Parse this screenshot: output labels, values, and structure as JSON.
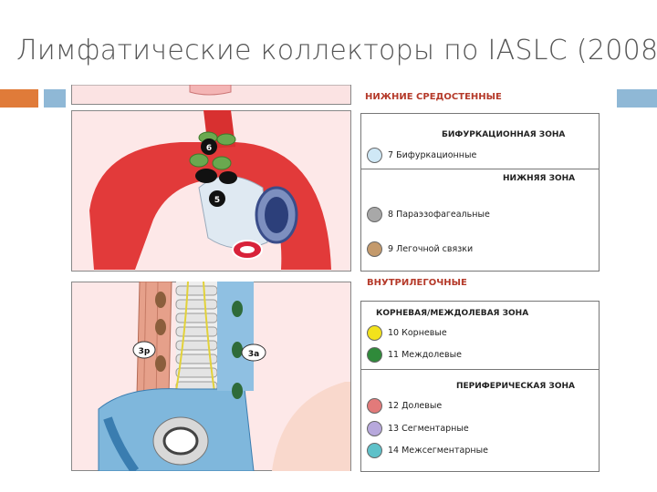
{
  "slide": {
    "title": "Лимфатические коллекторы по IASLC (2008)"
  },
  "colors": {
    "accent_orange": "#e07b39",
    "accent_blue": "#8fb8d6",
    "section_red": "#b53a2a",
    "aorta_red": "#e23a3a"
  },
  "sections": {
    "lower_mediastinal": "НИЖНИЕ  СРЕДОСТЕННЫЕ",
    "intrapulmonary": "ВНУТРИЛЕГОЧНЫЕ"
  },
  "zones": {
    "subcarinal": {
      "title": "БИФУРКАЦИОННАЯ ЗОНА",
      "items": [
        {
          "label": "7  Бифуркационные",
          "color": "#cfe8f6"
        }
      ]
    },
    "lower": {
      "title": "НИЖНЯЯ ЗОНА",
      "items": [
        {
          "label": "8  Параэзофагеальные",
          "color": "#a8a8a8"
        },
        {
          "label": "9  Легочной связки",
          "color": "#c49a6c"
        }
      ]
    },
    "hilar": {
      "title": "КОРНЕВАЯ/МЕЖДОЛЕВАЯ ЗОНА",
      "items": [
        {
          "label": "10  Корневые",
          "color": "#f2e21c"
        },
        {
          "label": "11  Междолевые",
          "color": "#2f8a3a"
        }
      ]
    },
    "peripheral": {
      "title": "ПЕРИФЕРИЧЕСКАЯ ЗОНА",
      "items": [
        {
          "label": "12  Долевые",
          "color": "#e27a7a"
        },
        {
          "label": "13  Сегментарные",
          "color": "#b7a8dc"
        },
        {
          "label": "14  Межсегментарные",
          "color": "#5ec1c9"
        }
      ]
    }
  },
  "diagram_labels": {
    "node6": "6",
    "node5": "5",
    "node3p": "3p",
    "node3a": "3a"
  }
}
